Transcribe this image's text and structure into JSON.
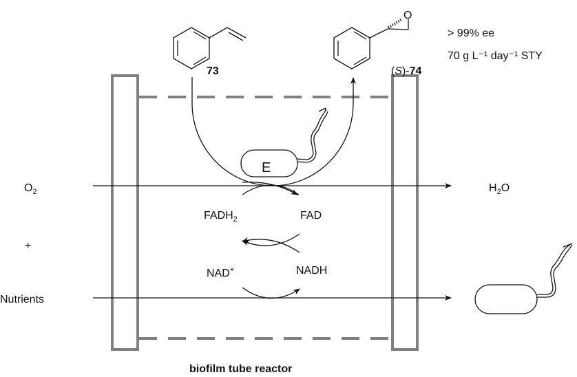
{
  "substrate": {
    "label": "73"
  },
  "product": {
    "label_prefix": "(",
    "label_italic": "S",
    "label_suffix": ")-",
    "label_number": "74",
    "atom_o": "O"
  },
  "metrics": {
    "ee": "> 99% ee",
    "sty": "70 g L⁻¹ day⁻¹ STY"
  },
  "left_labels": {
    "oxygen": "O",
    "oxygen_sub": "2",
    "plus": "+",
    "nutrients": "Nutrients"
  },
  "right_labels": {
    "water_h": "H",
    "water_sub": "2",
    "water_o": "O"
  },
  "cofactors": {
    "fadh2": "FADH",
    "fadh2_sub": "2",
    "fad": "FAD",
    "nad": "NAD",
    "nad_sup": "+",
    "nadh": "NADH"
  },
  "enzyme": {
    "label": "E"
  },
  "caption": "biofilm tube reactor",
  "colors": {
    "wall": "#808080",
    "line": "#111111"
  }
}
